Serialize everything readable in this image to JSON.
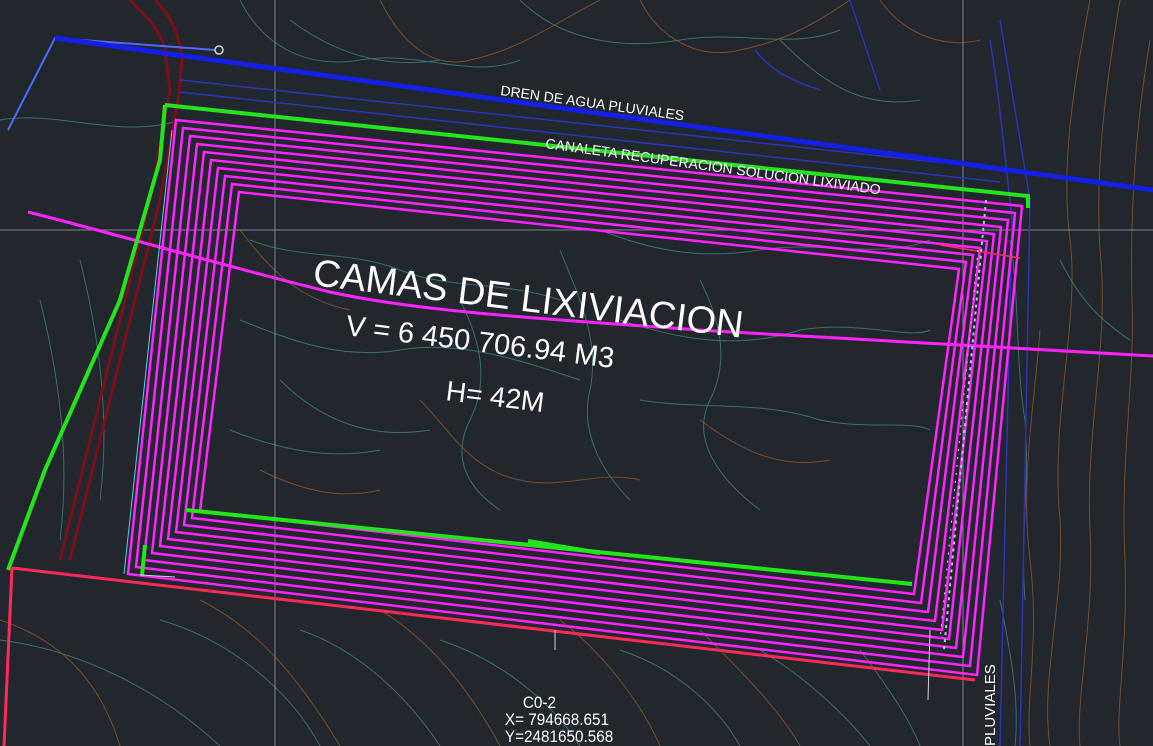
{
  "viewport": {
    "background": "#22262d",
    "colors": {
      "crosshair": "#7d8591",
      "contour_brown": "#7a4d2b",
      "contour_teal": "#3e6e6c",
      "drain_blue": "#1420e6",
      "thin_blue": "#2b34b8",
      "pad_magenta": "#ff23ff",
      "boundary_green": "#22e51c",
      "boundary_red": "#ff2a5a",
      "road_maroon": "#7a0f18",
      "text_white": "#ffffff"
    }
  },
  "labels": {
    "drain": "DREN DE AGUA PLUVIALES",
    "channel": "CANALETA RECUPERACION SOLUCION LIXIVIADO",
    "pad_title": "CAMAS DE LIXIVIACION",
    "volume": "V =  6 450 706.94 M3",
    "height": "H= 42M",
    "side_label": "PLUVIALES"
  },
  "control_point": {
    "name": "C0-2",
    "x_label": "X=  794668.651",
    "y_label": "Y=2481650.568"
  }
}
